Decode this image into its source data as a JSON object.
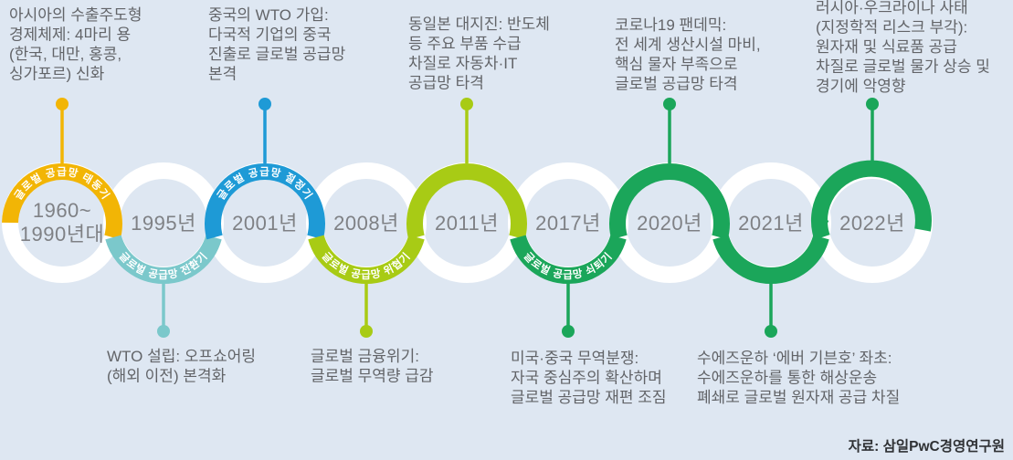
{
  "colors": {
    "background": "#dee7f2",
    "ring_white": "#ffffff",
    "yellow": "#f2b505",
    "teal": "#7bc8cb",
    "blue": "#1e9ad6",
    "lime": "#a8cb15",
    "green": "#1ba65a",
    "year_gray": "#7f8185",
    "annotation_gray": "#626468"
  },
  "timeline": {
    "nodes": [
      {
        "year_line1": "1960~",
        "year_line2": "1990년대",
        "phase": "글로벌 공급망 태동기",
        "color": "#f2b505",
        "arc": "top"
      },
      {
        "year": "1995년",
        "phase": "글로벌 공급망 전환기",
        "color": "#7bc8cb",
        "arc": "bottom"
      },
      {
        "year": "2001년",
        "phase": "글로벌 공급망 절정기",
        "color": "#1e9ad6",
        "arc": "top"
      },
      {
        "year": "2008년",
        "phase": "글로벌 공급망 위협기",
        "color": "#a8cb15",
        "arc": "bottom"
      },
      {
        "year": "2011년",
        "color": "#a8cb15",
        "arc": "top"
      },
      {
        "year": "2017년",
        "phase": "글로벌 공급망 쇠퇴기",
        "color": "#1ba65a",
        "arc": "bottom"
      },
      {
        "year": "2020년",
        "color": "#1ba65a",
        "arc": "top"
      },
      {
        "year": "2021년",
        "color": "#1ba65a",
        "arc": "bottom"
      },
      {
        "year": "2022년",
        "color": "#1ba65a",
        "arc": "top"
      }
    ]
  },
  "annotations_top": [
    {
      "lines": [
        "아시아의 수출주도형",
        "경제체제: 4마리 용",
        "(한국, 대만, 홍콩,",
        "싱가포르) 신화"
      ]
    },
    {
      "lines": [
        "중국의 WTO 가입:",
        "다국적 기업의 중국",
        "진출로 글로벌 공급망",
        "본격"
      ]
    },
    {
      "lines": [
        "동일본 대지진: 반도체",
        "등 주요 부품 수급",
        "차질로 자동차·IT",
        "공급망 타격"
      ]
    },
    {
      "lines": [
        "코로나19 팬데믹:",
        "전 세계 생산시설 마비,",
        "핵심 물자 부족으로",
        "글로벌 공급망 타격"
      ]
    },
    {
      "lines": [
        "러시아·우크라이나 사태",
        "(지정학적 리스크 부각):",
        "원자재 및 식료품 공급",
        "차질로 글로벌 물가 상승 및",
        "경기에 악영향"
      ]
    }
  ],
  "annotations_bottom": [
    {
      "lines": [
        "WTO 설립: 오프쇼어링",
        "(해외 이전) 본격화"
      ]
    },
    {
      "lines": [
        "글로벌 금융위기:",
        "글로벌 무역량 급감"
      ]
    },
    {
      "lines": [
        "미국·중국 무역분쟁:",
        "자국 중심주의 확산하며",
        "글로벌 공급망 재편 조짐"
      ]
    },
    {
      "lines": [
        "수에즈운하 ‘에버 기븐호’ 좌초:",
        "수에즈운하를 통한 해상운송",
        "폐쇄로 글로벌 원자재 공급 차질"
      ]
    }
  ],
  "source_note": "자료: 삼일PwC경영연구원"
}
